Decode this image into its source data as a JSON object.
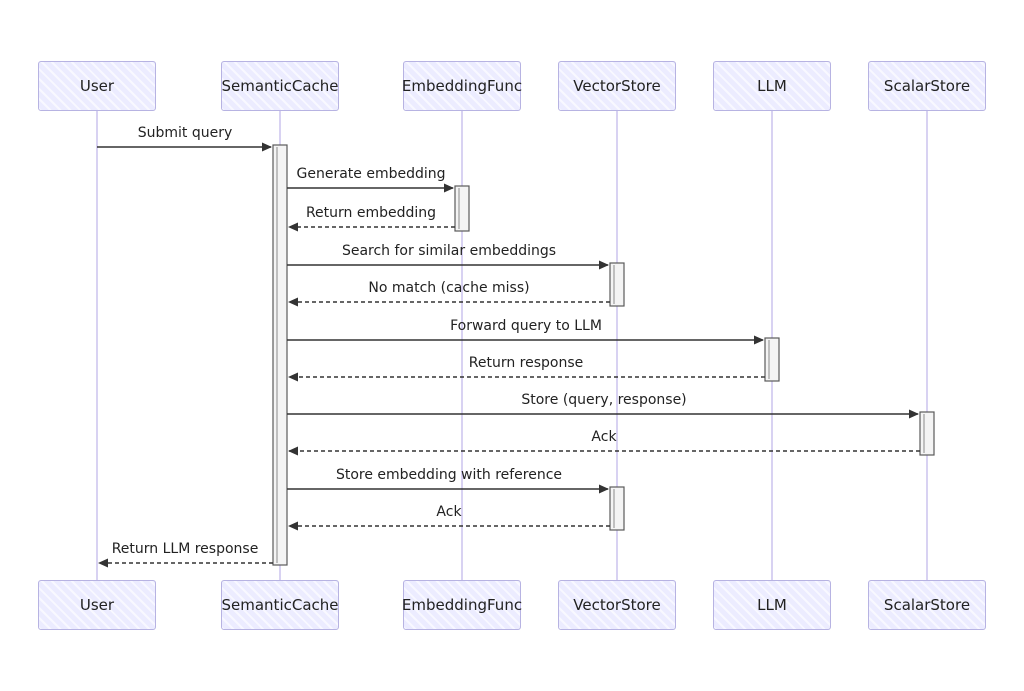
{
  "diagram": {
    "type": "sequence-diagram",
    "participants": [
      {
        "id": "user",
        "label": "User"
      },
      {
        "id": "semanticcache",
        "label": "SemanticCache"
      },
      {
        "id": "embeddingfunc",
        "label": "EmbeddingFunc"
      },
      {
        "id": "vectorstore",
        "label": "VectorStore"
      },
      {
        "id": "llm",
        "label": "LLM"
      },
      {
        "id": "scalarstore",
        "label": "ScalarStore"
      }
    ],
    "messages": [
      {
        "from": "User",
        "to": "SemanticCache",
        "label": "Submit query",
        "style": "solid"
      },
      {
        "from": "SemanticCache",
        "to": "EmbeddingFunc",
        "label": "Generate embedding",
        "style": "solid"
      },
      {
        "from": "EmbeddingFunc",
        "to": "SemanticCache",
        "label": "Return embedding",
        "style": "dashed"
      },
      {
        "from": "SemanticCache",
        "to": "VectorStore",
        "label": "Search for similar embeddings",
        "style": "solid"
      },
      {
        "from": "VectorStore",
        "to": "SemanticCache",
        "label": "No match (cache miss)",
        "style": "dashed"
      },
      {
        "from": "SemanticCache",
        "to": "LLM",
        "label": "Forward query to LLM",
        "style": "solid"
      },
      {
        "from": "LLM",
        "to": "SemanticCache",
        "label": "Return response",
        "style": "dashed"
      },
      {
        "from": "SemanticCache",
        "to": "ScalarStore",
        "label": "Store (query, response)",
        "style": "solid"
      },
      {
        "from": "ScalarStore",
        "to": "SemanticCache",
        "label": "Ack",
        "style": "dashed"
      },
      {
        "from": "SemanticCache",
        "to": "VectorStore",
        "label": "Store embedding with reference",
        "style": "solid"
      },
      {
        "from": "VectorStore",
        "to": "SemanticCache",
        "label": "Ack",
        "style": "dashed"
      },
      {
        "from": "SemanticCache",
        "to": "User",
        "label": "Return LLM response",
        "style": "dashed"
      }
    ],
    "colors": {
      "background": "#ffffff",
      "participant_fill": "#ececff",
      "participant_border": "#b7b3e2",
      "lifeline": "#cfc6ee",
      "arrow": "#333333",
      "activation_fill": "#f4f4f4",
      "activation_border": "#5a5a5a",
      "text": "#222222"
    }
  }
}
